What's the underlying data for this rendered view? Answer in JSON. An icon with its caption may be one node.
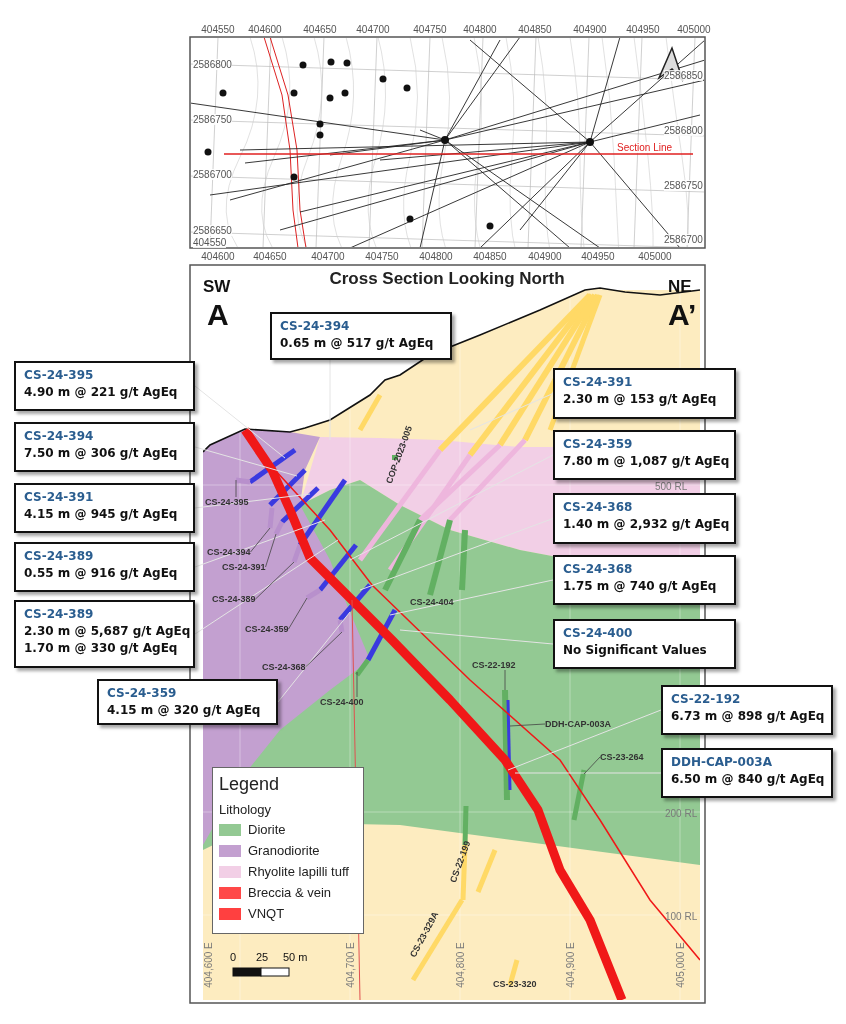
{
  "diagram": {
    "nodes": [
      {
        "text": [
          "CS-24-394",
          "0.65 m @ 517 g/t AgEq"
        ]
      },
      {
        "text": [
          "CS-24-395",
          "4.90 m @ 221 g/t AgEq"
        ]
      },
      {
        "text": [
          "CS-24-391",
          "2.30 m @ 153 g/t AgEq"
        ]
      },
      {
        "text": [
          "CS-24-394",
          "7.50 m @ 306 g/t AgEq"
        ]
      },
      {
        "text": [
          "CS-24-359",
          "7.80 m @ 1,087 g/t AgEq"
        ]
      },
      {
        "text": [
          "CS-24-391",
          "4.15 m @ 945 g/t AgEq"
        ]
      },
      {
        "text": [
          "CS-24-368",
          "1.40 m @ 2,932 g/t AgEq"
        ]
      },
      {
        "text": [
          "CS-24-389",
          "0.55 m @ 916 g/t AgEq"
        ]
      },
      {
        "text": [
          "CS-24-368",
          "1.75 m @ 740 g/t AgEq"
        ]
      },
      {
        "text": [
          "CS-24-389",
          "2.30 m @ 5,687 g/t AgEq",
          "1.70 m @ 330 g/t AgEq"
        ]
      },
      {
        "text": [
          "CS-24-400",
          "No Significant Values"
        ]
      },
      {
        "text": [
          "CS-24-359",
          "4.15 m @ 320 g/t AgEq"
        ]
      },
      {
        "text": [
          "CS-22-192",
          "6.73 m @ 898 g/t AgEq"
        ]
      },
      {
        "text": [
          "DDH-CAP-003A",
          "6.50 m @ 840 g/t AgEq"
        ]
      },
      {
        "text": [
          "CS-24-395"
        ]
      },
      {
        "text": [
          "CS-24-394"
        ]
      },
      {
        "text": [
          "CS-24-391"
        ]
      },
      {
        "text": [
          "CS-24-389"
        ]
      },
      {
        "text": [
          "CS-24-359"
        ]
      },
      {
        "text": [
          "CS-24-368"
        ]
      },
      {
        "text": [
          "CS-24-400"
        ]
      },
      {
        "text": [
          "CS-22-192"
        ]
      },
      {
        "text": [
          "DDH-CAP-003A"
        ]
      },
      {
        "text": [
          "CS-23-264"
        ]
      }
    ],
    "edges": [
      {
        "from": 0,
        "to": null,
        "arrow": "none"
      },
      {
        "from": 1,
        "to": null,
        "arrow": "none"
      },
      {
        "from": 2,
        "to": null,
        "arrow": "none"
      },
      {
        "from": 3,
        "to": null,
        "arrow": "none"
      },
      {
        "from": 4,
        "to": null,
        "arrow": "none"
      },
      {
        "from": 5,
        "to": null,
        "arrow": "none"
      },
      {
        "from": 6,
        "to": null,
        "arrow": "none"
      },
      {
        "from": 7,
        "to": null,
        "arrow": "none"
      },
      {
        "from": 8,
        "to": null,
        "arrow": "none"
      },
      {
        "from": 9,
        "to": null,
        "arrow": "none"
      },
      {
        "from": 10,
        "to": null,
        "arrow": "none"
      },
      {
        "from": 11,
        "to": null,
        "arrow": "none"
      },
      {
        "from": 12,
        "to": null,
        "arrow": "none"
      },
      {
        "from": 13,
        "to": null,
        "arrow": "none"
      },
      {
        "from": 14,
        "to": null,
        "arrow": "none",
        "color": "#444444"
      },
      {
        "from": 15,
        "to": null,
        "arrow": "none",
        "color": "#444444"
      },
      {
        "from": 16,
        "to": null,
        "arrow": "none",
        "color": "#444444"
      },
      {
        "from": 17,
        "to": null,
        "arrow": "none",
        "color": "#444444"
      },
      {
        "from": 18,
        "to": null,
        "arrow": "none",
        "color": "#444444"
      },
      {
        "from": 19,
        "to": null,
        "arrow": "none",
        "color": "#444444"
      },
      {
        "from": 20,
        "to": null,
        "arrow": "none",
        "color": "#444444"
      },
      {
        "from": 21,
        "to": null,
        "arrow": "none",
        "color": "#444444"
      },
      {
        "from": 22,
        "to": null,
        "arrow": "none",
        "color": "#444444"
      },
      {
        "from": 23,
        "to": null,
        "arrow": "none",
        "color": "#444444"
      }
    ],
    "labels": [
      "404550",
      "404600",
      "404650",
      "404700",
      "404750",
      "404800",
      "404850",
      "404900",
      "404950",
      "405000",
      "2586800",
      "2586850",
      "2586750",
      "2586800",
      "Section Line",
      "2586700",
      "2586750",
      "2586650",
      "404550",
      "2586700",
      "404600",
      "404650",
      "404700",
      "404750",
      "404800",
      "404850",
      "404900",
      "404950",
      "405000",
      "Cross Section Looking North",
      "SW",
      "NE",
      "A",
      "A’",
      "COP-2023-005",
      "500 RL",
      "CS-24-404",
      "200 RL",
      "CS-22-199",
      "100 RL",
      "CS-23-329A",
      "404,600 E",
      "404,700 E",
      "404,800 E",
      "404,900 E",
      "405,000 E",
      "CS-23-320",
      "0",
      "25",
      "50 m",
      "Legend",
      "Lithology"
    ],
    "legend": [
      {
        "text": "Diorite",
        "color": "#93c993"
      },
      {
        "text": "Granodiorite",
        "color": "#c3a0d0"
      },
      {
        "text": "Rhyolite lapilli tuff",
        "color": "#f2cfe6"
      },
      {
        "text": "Breccia & vein",
        "color": "#ff4848"
      },
      {
        "text": "VNQT",
        "color": "#ff4040"
      }
    ]
  }
}
